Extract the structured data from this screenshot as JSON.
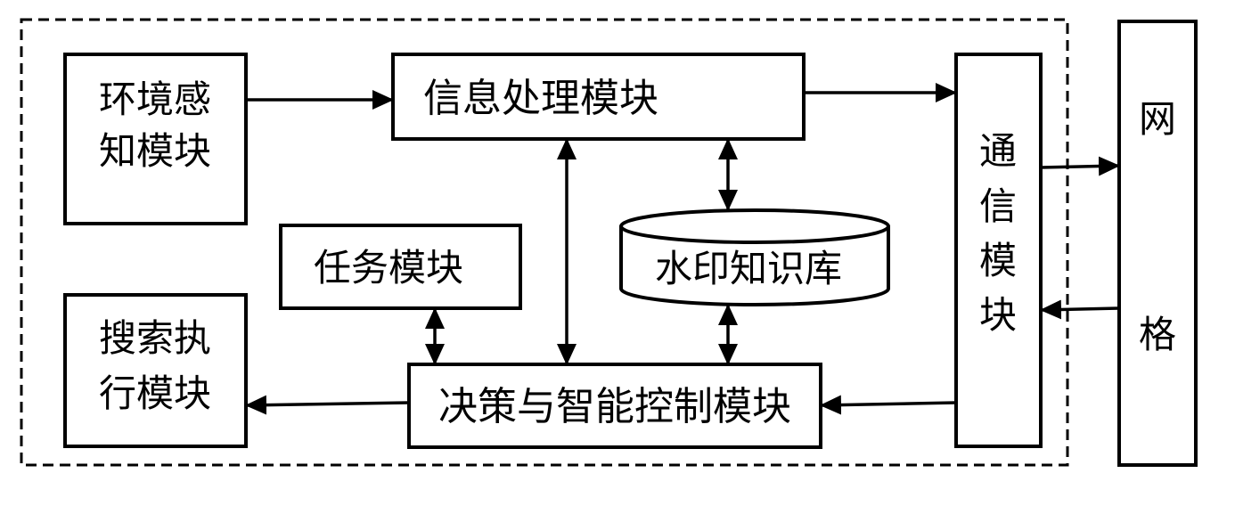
{
  "diagram": {
    "env_module": {
      "line1": "环境感",
      "line2": "知模块"
    },
    "info_module": {
      "label": "信息处理模块"
    },
    "task_module": {
      "label": "任务模块"
    },
    "watermark_db": {
      "label": "水印知识库"
    },
    "search_module": {
      "line1": "搜索执",
      "line2": "行模块"
    },
    "decision_module": {
      "label": "决策与智能控制模块"
    },
    "comm_module": {
      "chars": [
        "通",
        "信",
        "模",
        "块"
      ]
    },
    "network": {
      "chars": [
        "网",
        "格"
      ]
    }
  }
}
